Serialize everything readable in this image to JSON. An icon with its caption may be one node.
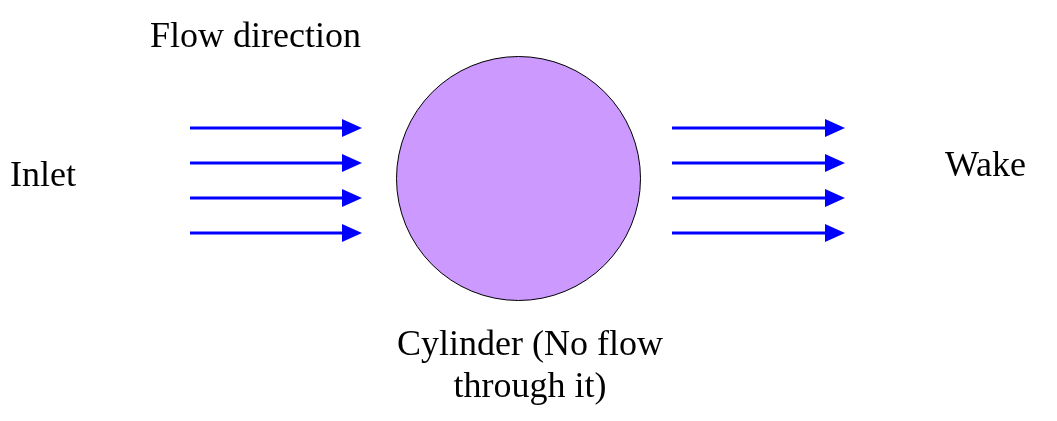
{
  "diagram": {
    "nodes": [
      {
        "text": [],
        "shape": "circle",
        "beside": [
          "Cylinder (No flow through it)"
        ]
      }
    ],
    "edges": [],
    "labels": [
      "Flow direction",
      "Inlet",
      "Wake"
    ]
  }
}
